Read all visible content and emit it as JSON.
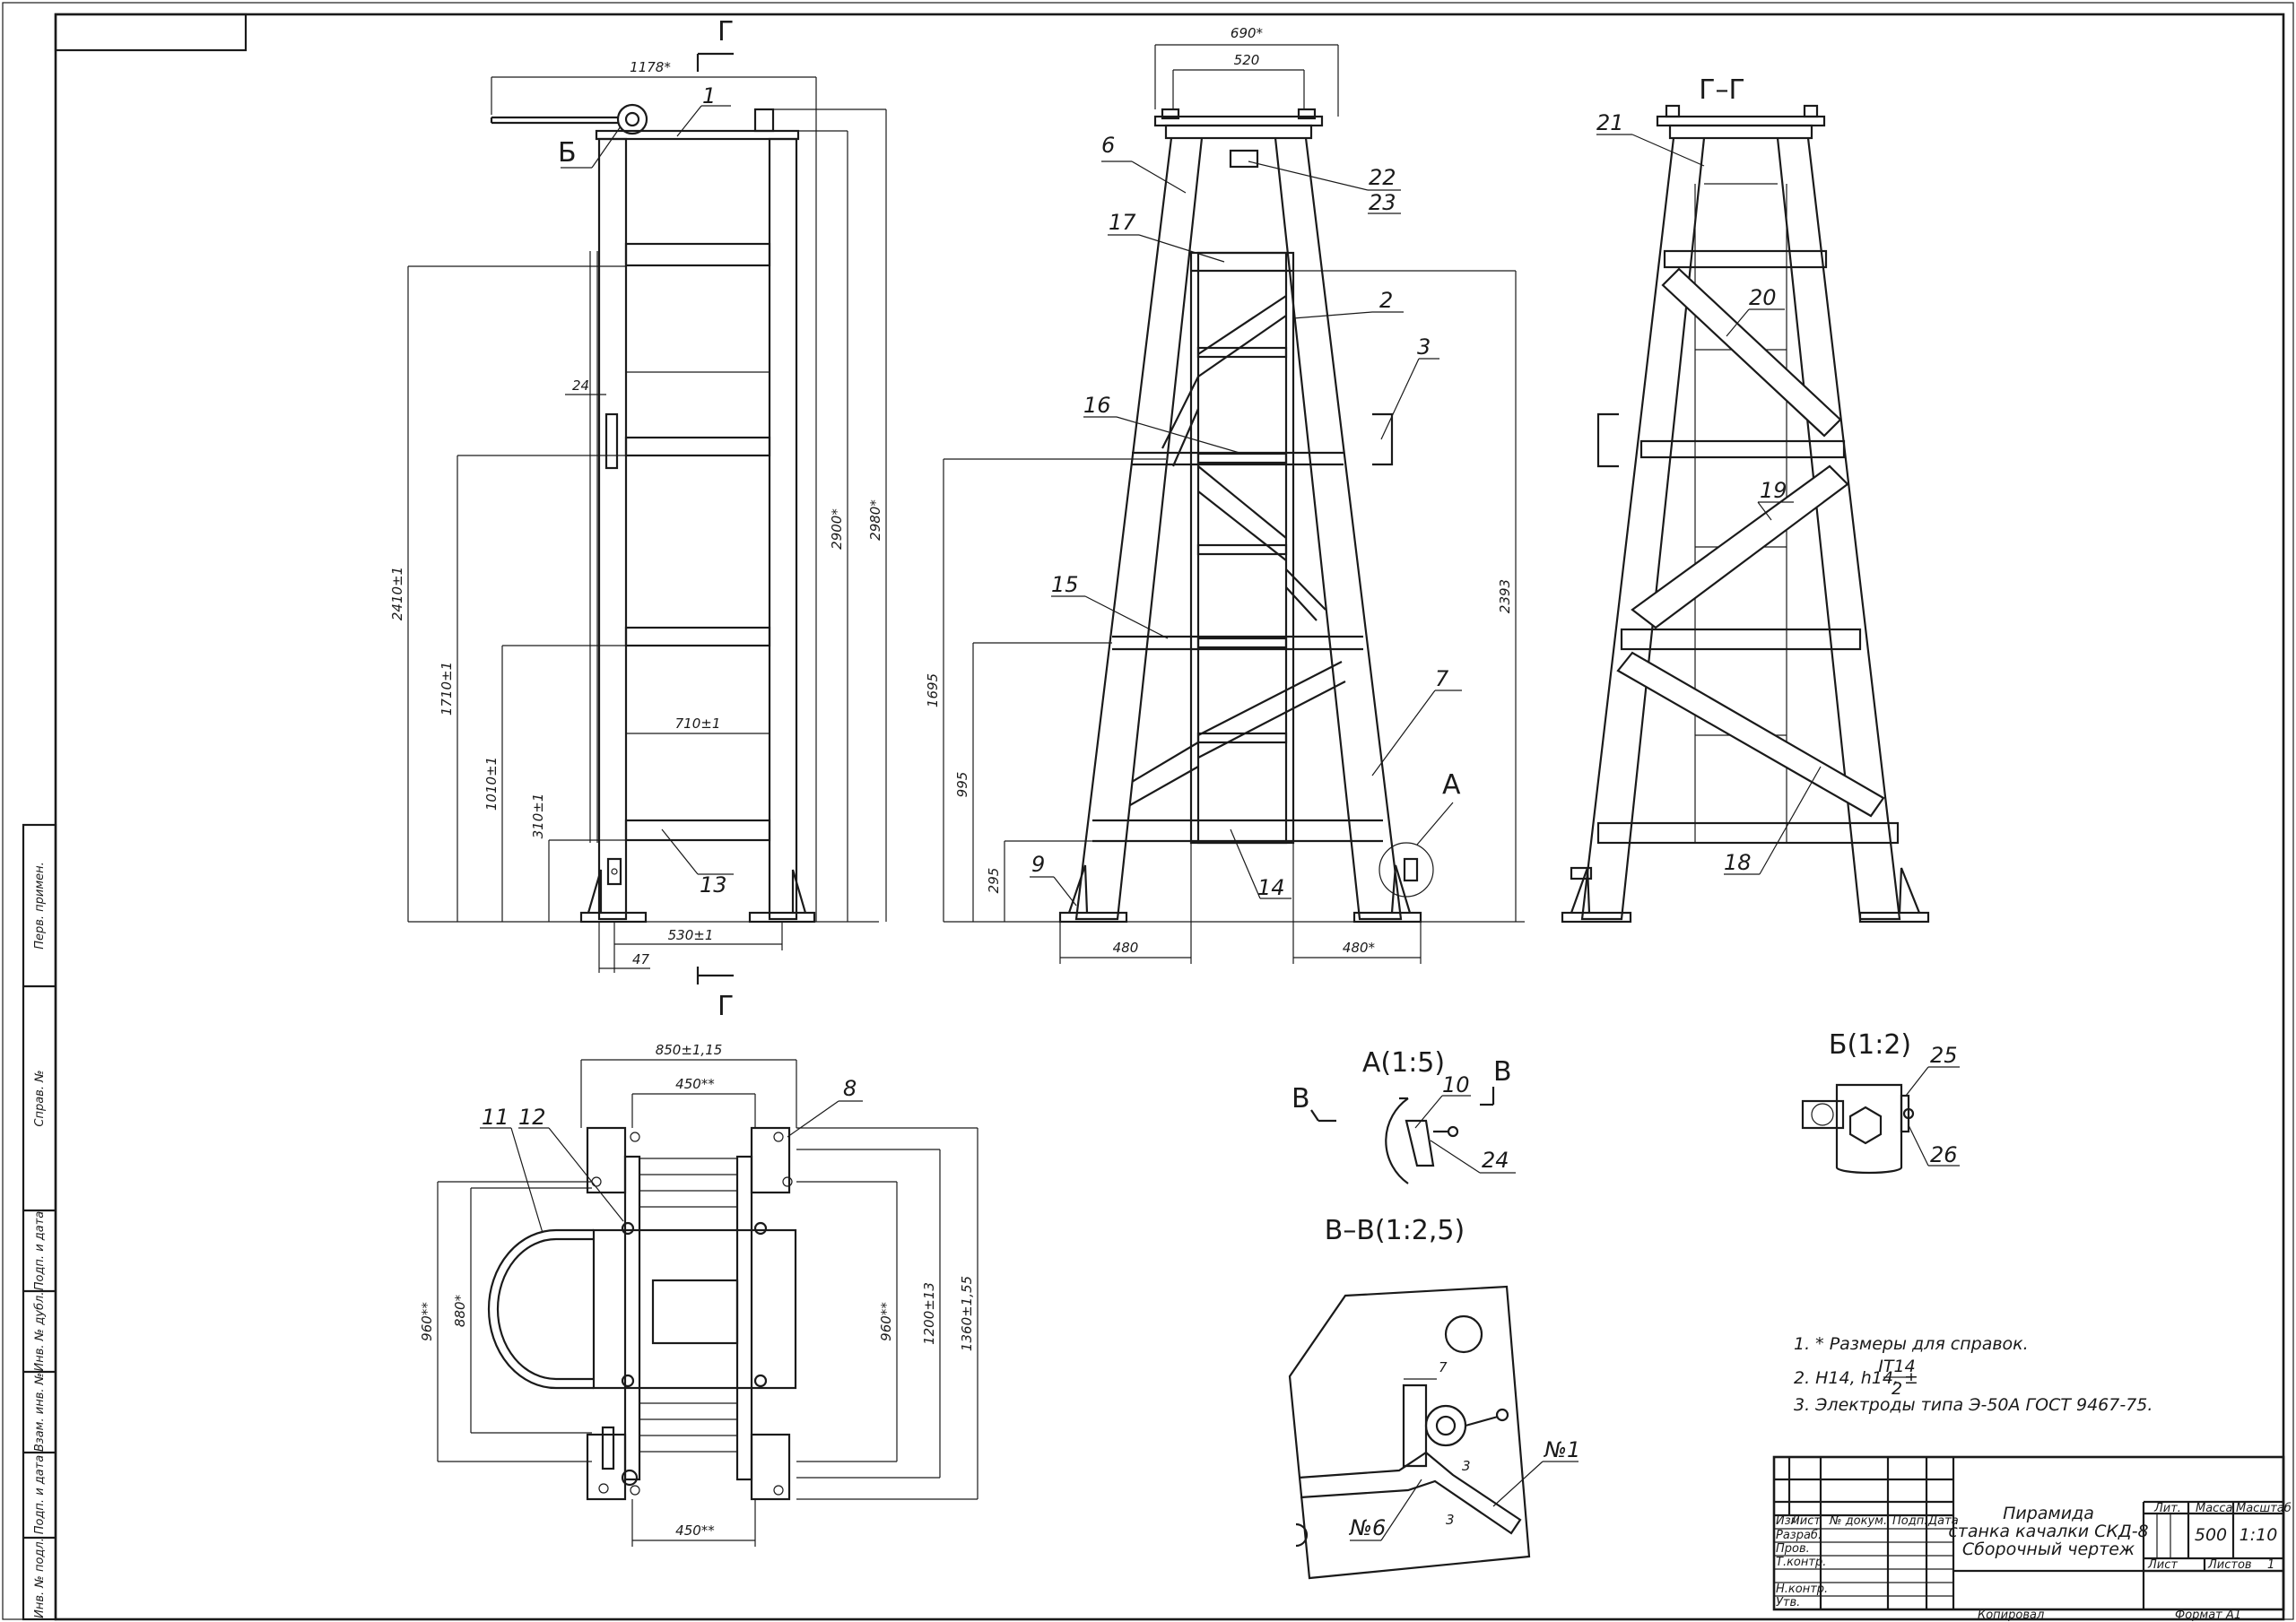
{
  "views": {
    "front": {
      "dims": {
        "top_width": "1178*",
        "h_2410": "2410±1",
        "h_1710": "1710±1",
        "h_1010": "1010±1",
        "h_310": "310±1",
        "h_2900": "2900*",
        "h_2980": "2980*",
        "w_24": "24",
        "w_710": "710±1",
        "w_530": "530±1",
        "w_47": "47"
      },
      "labels": {
        "p1": "1",
        "p13": "13",
        "b": "Б",
        "g_top": "Г",
        "g_bottom": "Г"
      }
    },
    "side": {
      "dims": {
        "w_690": "690*",
        "w_520": "520",
        "h_1695": "1695",
        "h_995": "995",
        "h_295": "295",
        "h_2393": "2393",
        "w_480_left": "480",
        "w_480_right": "480*"
      },
      "labels": {
        "p6": "6",
        "p17": "17",
        "p22": "22",
        "p23": "23",
        "p2": "2",
        "p3": "3",
        "p16": "16",
        "p15": "15",
        "p7": "7",
        "p9": "9",
        "p14": "14",
        "a": "А"
      }
    },
    "section_gg": {
      "title": "Г–Г",
      "labels": {
        "p21": "21",
        "p20": "20",
        "p19": "19",
        "p18": "18"
      }
    },
    "plan": {
      "dims": {
        "w_850": "850±1,15",
        "w_450_top": "450**",
        "w_450_bottom": "450**",
        "h_960_left": "960**",
        "h_880": "880*",
        "h_960_right": "960**",
        "h_1200": "1200±13",
        "h_1360": "1360±1,55"
      },
      "labels": {
        "p11": "11",
        "p12": "12",
        "p8": "8"
      }
    },
    "detail_a": {
      "title": "А(1:5)",
      "cut_left": "В",
      "cut_right": "В",
      "labels": {
        "p10": "10",
        "p24": "24"
      }
    },
    "detail_b": {
      "title": "Б(1:2)",
      "labels": {
        "p25": "25",
        "p26": "26"
      }
    },
    "section_vv": {
      "title": "В–В(1:2,5)",
      "dims": {
        "d7": "7",
        "d3a": "3",
        "d3b": "3"
      },
      "labels": {
        "n1": "№1",
        "n6": "№6"
      }
    }
  },
  "notes": [
    "1. * Размеры для справок.",
    "2. H14, h14, ±",
    "3. Электроды типа Э-50А ГОСТ 9467-75."
  ],
  "note_fraction": {
    "num": "IT14",
    "den": "2"
  },
  "side_stamp": [
    "Перв. примен.",
    "Справ. №",
    "Подп. и дата",
    "Инв. № дубл.",
    "Взам. инв. №",
    "Подп. и дата",
    "Инв. № подл."
  ],
  "title_block": {
    "title_line1": "Пирамида",
    "title_line2": "станка качалки СКД-8",
    "title_line3": "Сборочный чертеж",
    "hdr_izm": "Изм.",
    "hdr_list": "Лист",
    "hdr_ndoc": "№ докум.",
    "hdr_podp": "Подп.",
    "hdr_data": "Дата",
    "row_razrab": "Разраб.",
    "row_prov": "Пров.",
    "row_tkontr": "Т.контр.",
    "row_nkontr": "Н.контр.",
    "row_utv": "Утв.",
    "lit": "Лит.",
    "massa": "Масса",
    "masshtab": "Масштаб",
    "mass_val": "500",
    "scale_val": "1:10",
    "sheet": "Лист",
    "sheets": "Листов",
    "sheets_val": "1",
    "copied": "Копировал",
    "format": "Формат",
    "format_val": "А1"
  }
}
